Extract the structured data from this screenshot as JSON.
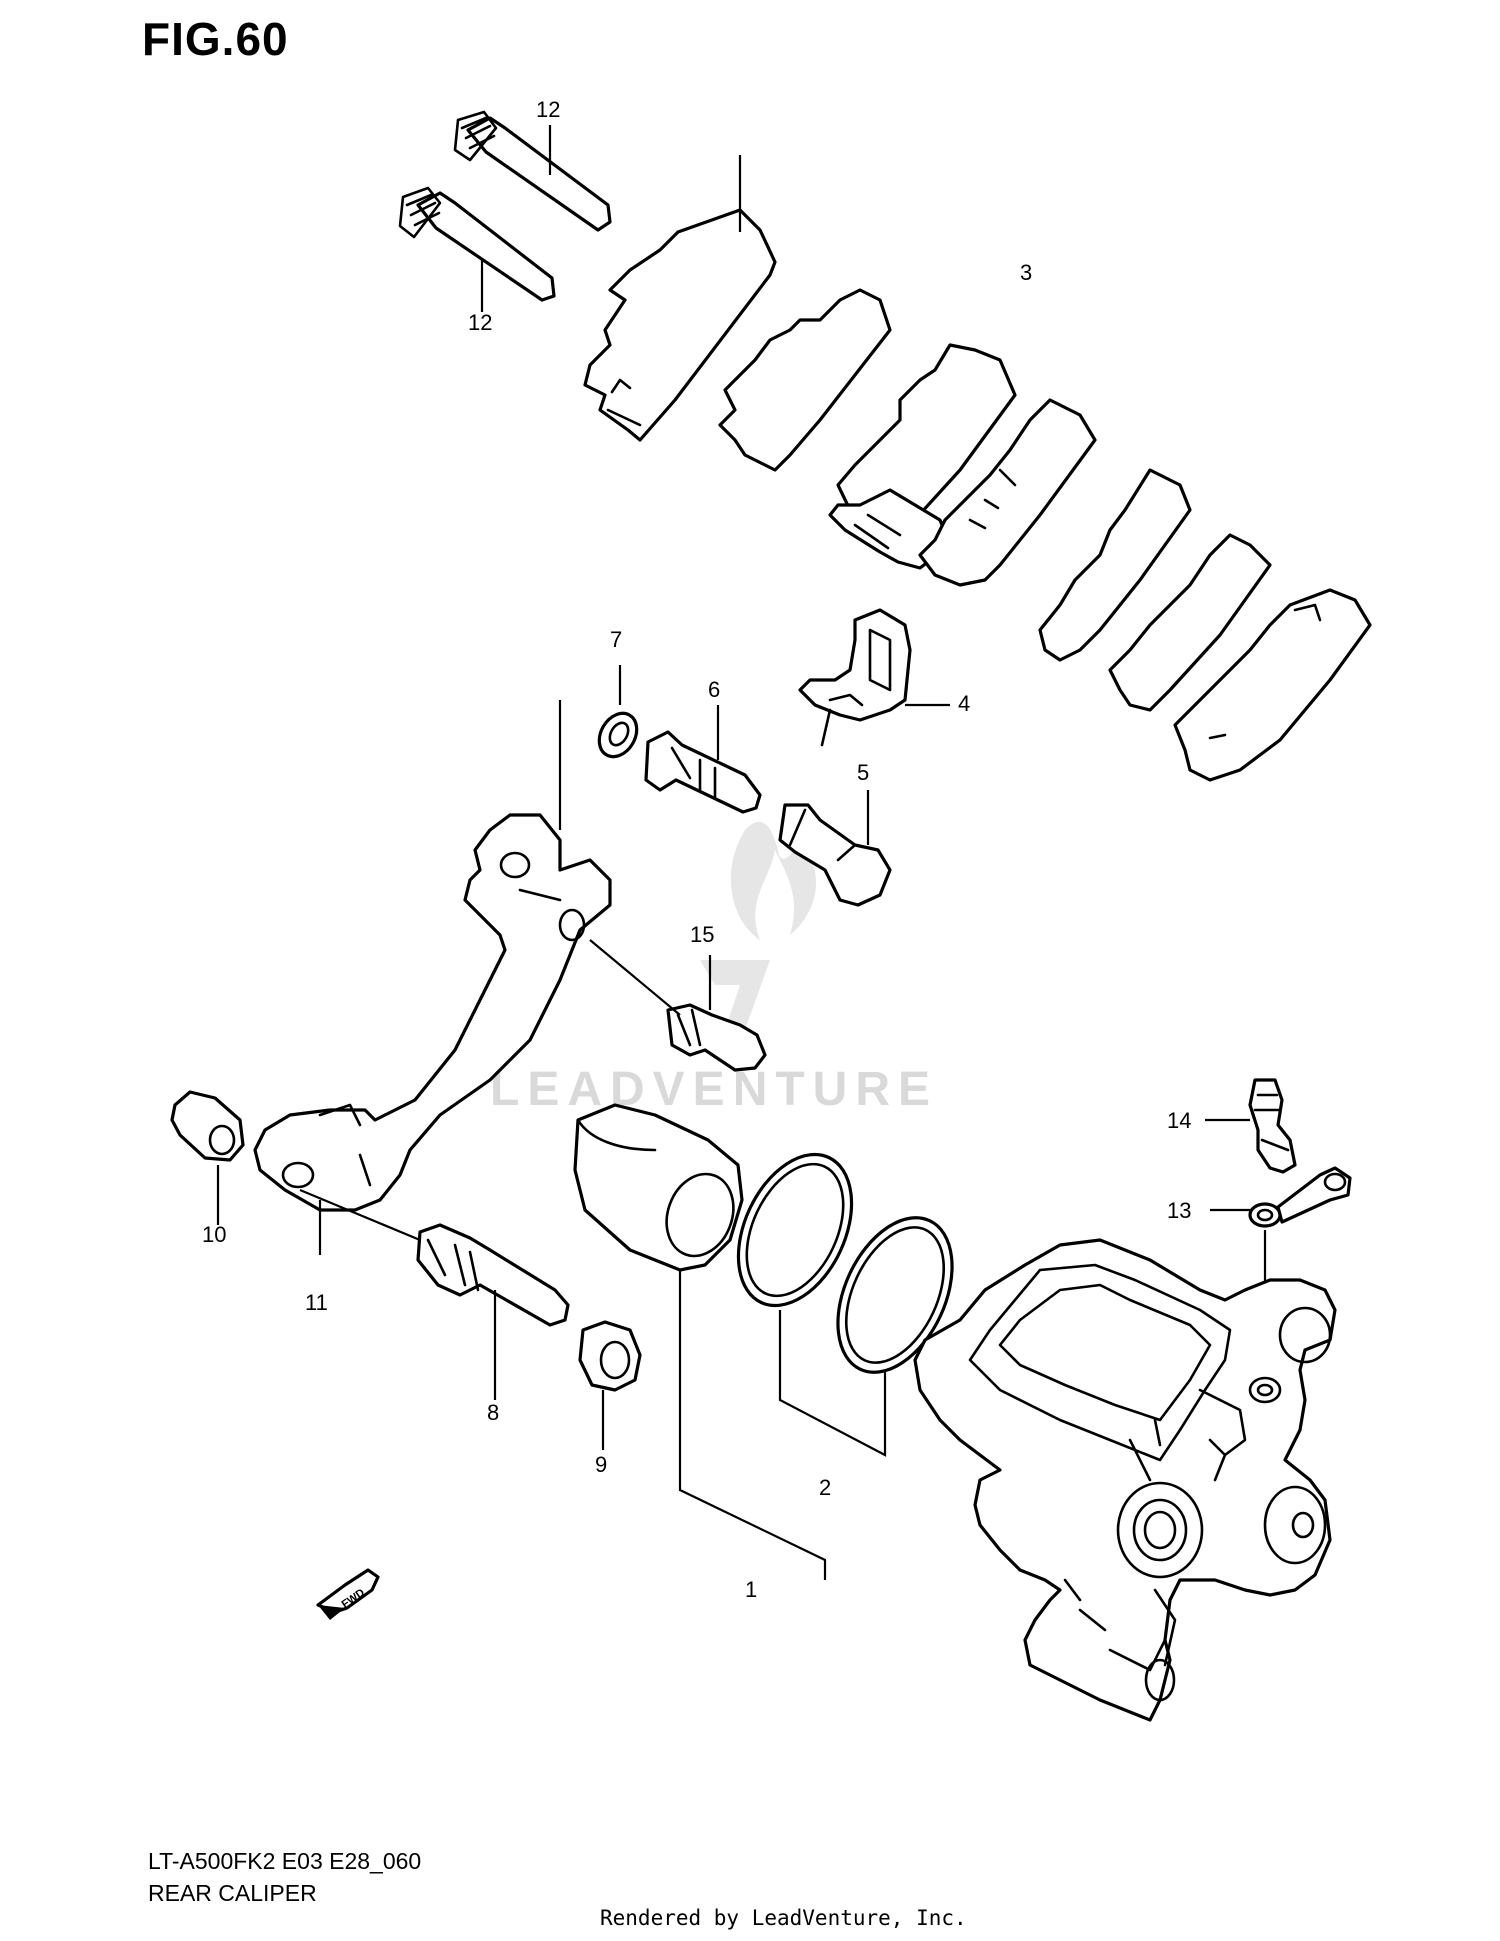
{
  "figure": {
    "title": "FIG.60"
  },
  "callouts": {
    "c1": "1",
    "c2": "2",
    "c3": "3",
    "c4": "4",
    "c5": "5",
    "c6": "6",
    "c7": "7",
    "c8": "8",
    "c9": "9",
    "c10": "10",
    "c11": "11",
    "c12a": "12",
    "c12b": "12",
    "c13": "13",
    "c14": "14",
    "c15": "15"
  },
  "direction_marker": {
    "label": "FWD"
  },
  "watermark": {
    "brand": "LEADVENTURE"
  },
  "footer": {
    "model_code": "LT-A500FK2 E03 E28_060",
    "subtitle": "REAR CALIPER",
    "rendered_by": "Rendered by LeadVenture, Inc."
  }
}
